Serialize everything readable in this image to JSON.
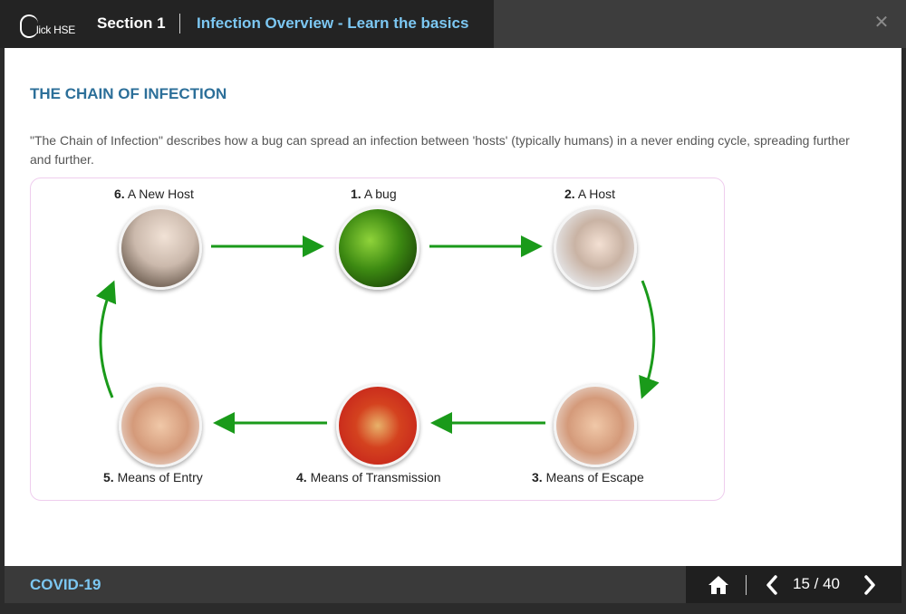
{
  "header": {
    "logo_text": "lick HSE",
    "section_label": "Section 1",
    "section_title": "Infection Overview - Learn the basics",
    "close_icon": "close-icon"
  },
  "main": {
    "title": "THE CHAIN OF INFECTION",
    "intro": "\"The Chain of Infection\" describes how a bug can spread an infection between 'hosts' (typically humans) in a never ending cycle, spreading further and further.",
    "diagram": {
      "nodes": [
        {
          "num": "6.",
          "label": "A New Host"
        },
        {
          "num": "1.",
          "label": "A bug"
        },
        {
          "num": "2.",
          "label": "A Host"
        },
        {
          "num": "3.",
          "label": "Means of Escape"
        },
        {
          "num": "4.",
          "label": "Means of Transmission"
        },
        {
          "num": "5.",
          "label": "Means of Entry"
        }
      ],
      "arrow_color": "#1a9a1a"
    }
  },
  "footer": {
    "course": "COVID-19",
    "page_count": "15 / 40",
    "icons": [
      "home-icon",
      "chevron-left-icon",
      "chevron-right-icon"
    ]
  }
}
